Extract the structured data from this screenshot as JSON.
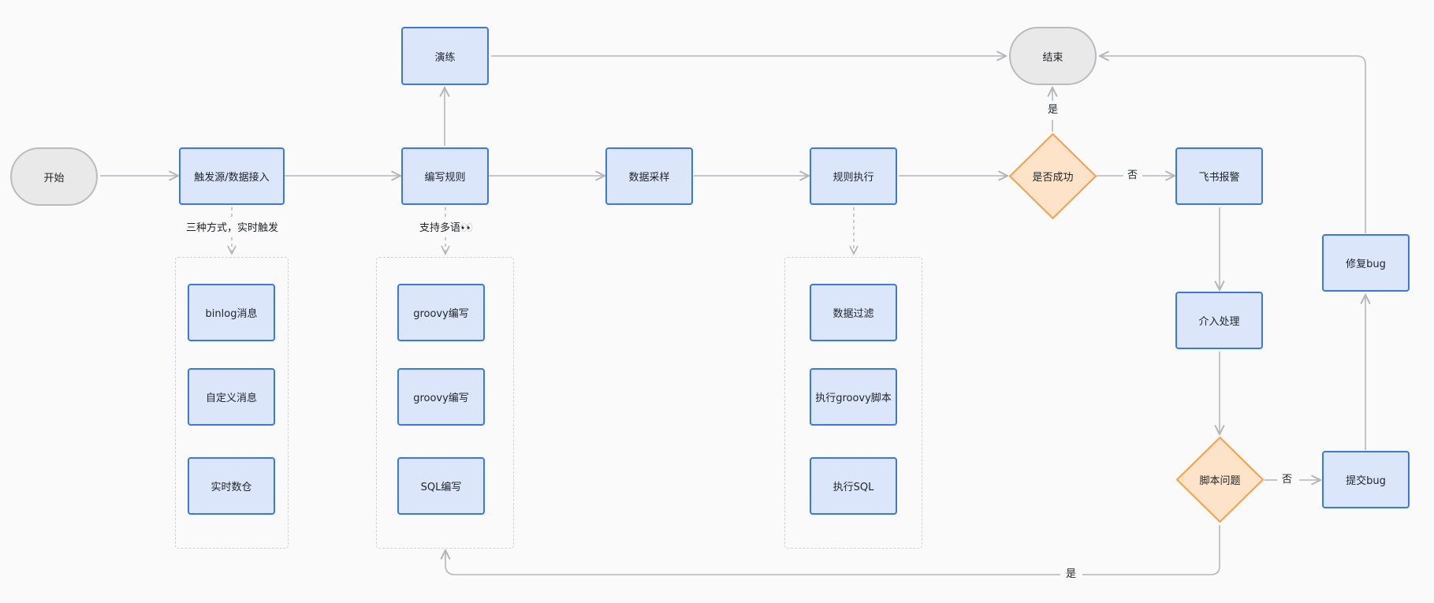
{
  "nodes": {
    "start": "开始",
    "trigger": "触发源/数据接入",
    "write_rule": "编写规则",
    "drill": "演练",
    "sampling": "数据采样",
    "exec_rule": "规则执行",
    "success_q": "是否成功",
    "end": "结束",
    "feishu_alert": "飞书报警",
    "intervene": "介入处理",
    "script_q": "脚本问题",
    "submit_bug": "提交bug",
    "fix_bug": "修复bug"
  },
  "groups": {
    "trigger_sources": [
      "binlog消息",
      "自定义消息",
      "实时数仓"
    ],
    "languages": [
      "groovy编写",
      "groovy编写",
      "SQL编写"
    ],
    "execution": [
      "数据过滤",
      "执行groovy脚本",
      "执行SQL"
    ]
  },
  "edge_labels": {
    "trigger_note": "三种方式，实时触发",
    "lang_note": "支持多语👀",
    "yes_end": "是",
    "no_alert": "否",
    "no_bug": "否",
    "yes_back": "是"
  },
  "colors": {
    "process_fill": "#dbe6fb",
    "process_border": "#3a78e6",
    "terminal_fill": "#e9e9ea",
    "terminal_border": "#b9bbbe",
    "decision_fill": "#fde3c8",
    "decision_border": "#f5a04a",
    "connector": "#b4b6b9",
    "group_border": "#cfd2d6"
  }
}
